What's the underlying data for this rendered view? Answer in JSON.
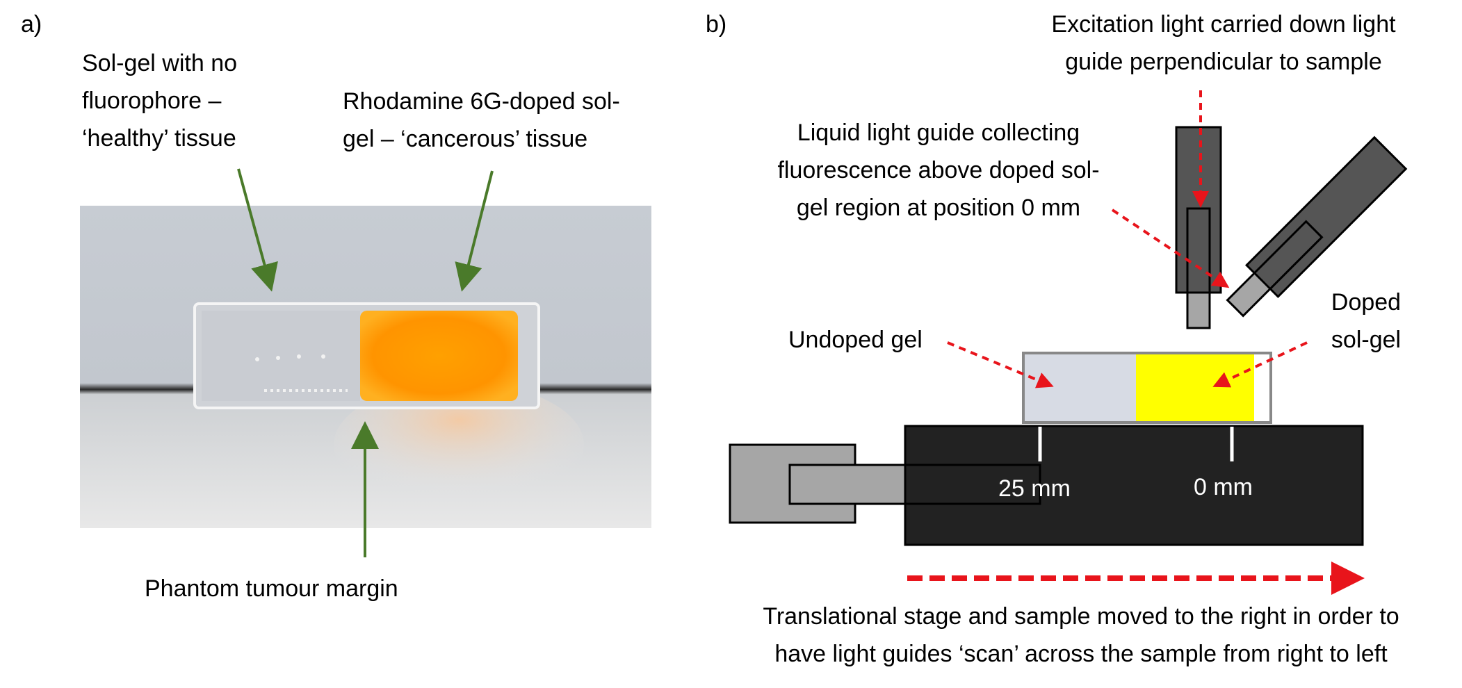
{
  "panel_a": {
    "letter": "a)",
    "label_healthy": [
      "Sol-gel with no",
      "fluorophore –",
      "‘healthy’ tissue"
    ],
    "label_cancer": [
      "Rhodamine 6G-doped sol-",
      "gel – ‘cancerous’ tissue"
    ],
    "label_margin": "Phantom tumour margin"
  },
  "panel_b": {
    "letter": "b)",
    "label_excitation": [
      "Excitation light carried down light",
      "guide perpendicular to sample"
    ],
    "label_collecting": [
      "Liquid light guide collecting",
      "fluorescence above doped sol-",
      "gel region at position 0 mm"
    ],
    "label_undoped": "Undoped gel",
    "label_doped": [
      "Doped",
      "sol-gel"
    ],
    "mark_25": "25 mm",
    "mark_0": "0 mm",
    "label_stage": [
      "Translational stage and sample moved to the right in order to",
      "have light guides ‘scan’ across the sample from right to left"
    ]
  },
  "colors": {
    "annotation_arrow_green": "#4a7a2a",
    "annotation_arrow_red": "#e8141b",
    "doped_region": "#ffff00",
    "undoped_region": "#d7dbe4",
    "stage": "#222222",
    "light_guide": "#555555",
    "fluorescence": "#ff9a00"
  }
}
